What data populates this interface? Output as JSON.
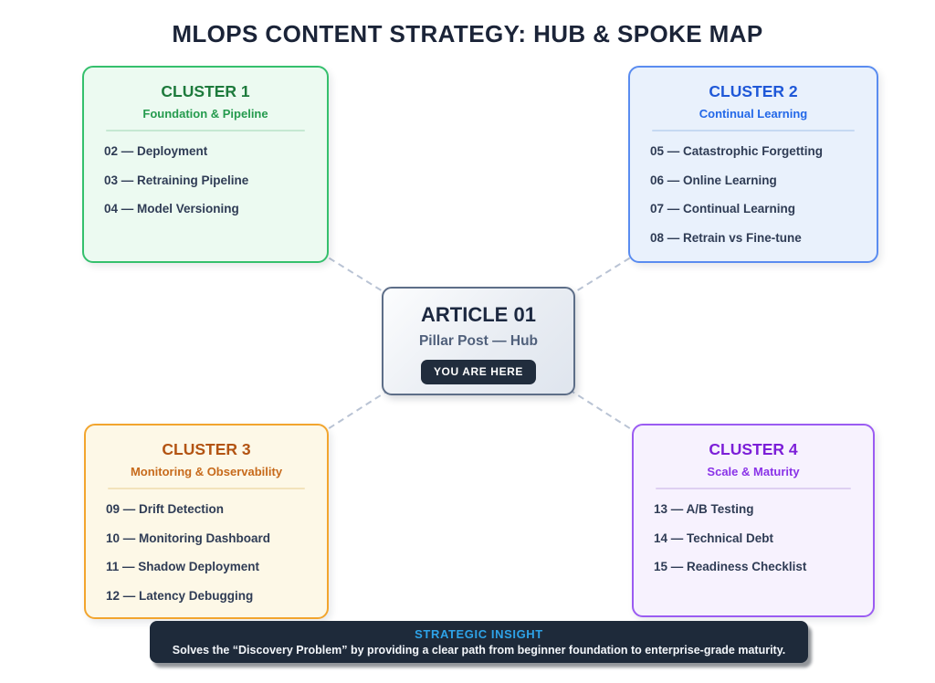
{
  "title": "MLOPS CONTENT STRATEGY: HUB & SPOKE MAP",
  "hub": {
    "title": "ARTICLE 01",
    "subtitle": "Pillar Post — Hub",
    "badge": "YOU ARE HERE",
    "border_color": "#5d6e88",
    "badge_bg": "#212d3d"
  },
  "clusters": [
    {
      "name": "CLUSTER 1",
      "subtitle": "Foundation & Pipeline",
      "accent": "#35c06d",
      "title_color": "#1d7a3c",
      "background": "#ecfaf1",
      "items": [
        "02 — Deployment",
        "03 — Retraining Pipeline",
        "04 — Model Versioning"
      ]
    },
    {
      "name": "CLUSTER 2",
      "subtitle": "Continual Learning",
      "accent": "#5a8cf0",
      "title_color": "#1f58d8",
      "background": "#e9f1fc",
      "items": [
        "05 — Catastrophic Forgetting",
        "06 — Online Learning",
        "07 — Continual Learning",
        "08 — Retrain vs Fine-tune"
      ]
    },
    {
      "name": "CLUSTER 3",
      "subtitle": "Monitoring & Observability",
      "accent": "#f2a52e",
      "title_color": "#b35413",
      "background": "#fdf8e7",
      "items": [
        "09 — Drift Detection",
        "10 — Monitoring Dashboard",
        "11 — Shadow Deployment",
        "12 — Latency Debugging"
      ]
    },
    {
      "name": "CLUSTER 4",
      "subtitle": "Scale & Maturity",
      "accent": "#9b5cf2",
      "title_color": "#7c1fd8",
      "background": "#f7f2fe",
      "items": [
        "13 — A/B Testing",
        "14 — Technical Debt",
        "15 — Readiness Checklist"
      ]
    }
  ],
  "insight": {
    "label": "STRATEGIC INSIGHT",
    "label_color": "#2ea3e8",
    "banner_bg": "#1e2a3a",
    "text": "Solves the “Discovery Problem” by providing a clear path from beginner foundation to enterprise-grade maturity."
  }
}
